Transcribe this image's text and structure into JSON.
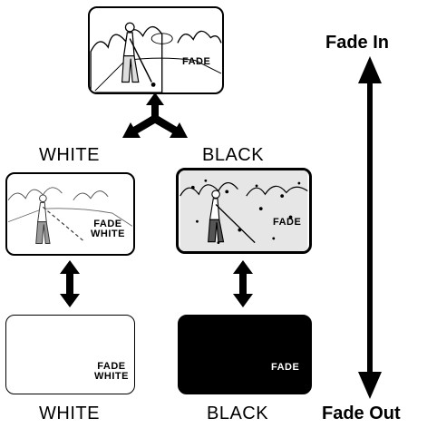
{
  "top_panel": {
    "overlay": "FADE"
  },
  "branch_labels": {
    "white": "WHITE",
    "black": "BLACK"
  },
  "middle_panels": {
    "white_overlay": [
      "FADE",
      "WHITE"
    ],
    "black_overlay": "FADE"
  },
  "bottom_panels": {
    "white_overlay": [
      "FADE",
      "WHITE"
    ],
    "black_overlay": "FADE"
  },
  "bottom_labels": {
    "white": "WHITE",
    "black": "BLACK"
  },
  "side_labels": {
    "fade_in": "Fade In",
    "fade_out": "Fade Out"
  }
}
